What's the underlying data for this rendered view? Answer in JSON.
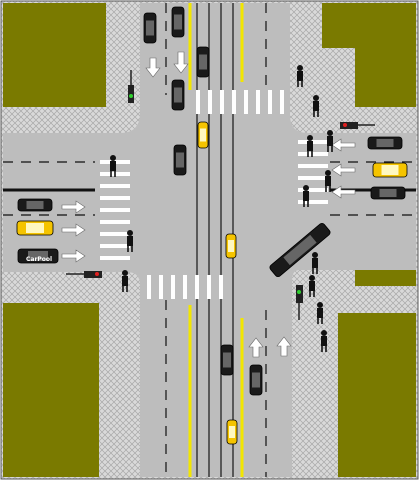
{
  "scene": {
    "vehicles": [
      {
        "kind": "car",
        "color": "#1a1a1a",
        "dir": "s",
        "label": ""
      },
      {
        "kind": "car",
        "color": "#1a1a1a",
        "dir": "s",
        "label": ""
      },
      {
        "kind": "car",
        "color": "#1a1a1a",
        "dir": "s",
        "label": ""
      },
      {
        "kind": "car",
        "color": "#1a1a1a",
        "dir": "s",
        "label": ""
      },
      {
        "kind": "taxi",
        "color": "#f5c400",
        "dir": "s",
        "label": ""
      },
      {
        "kind": "car",
        "color": "#1a1a1a",
        "dir": "s",
        "label": ""
      },
      {
        "kind": "car",
        "color": "#1a1a1a",
        "dir": "w",
        "label": ""
      },
      {
        "kind": "taxi",
        "color": "#f5c400",
        "dir": "w",
        "label": ""
      },
      {
        "kind": "car",
        "color": "#1a1a1a",
        "dir": "w",
        "label": ""
      },
      {
        "kind": "car",
        "color": "#1a1a1a",
        "dir": "e",
        "label": ""
      },
      {
        "kind": "taxi",
        "color": "#f5c400",
        "dir": "e",
        "label": ""
      },
      {
        "kind": "car",
        "color": "#1a1a1a",
        "dir": "e",
        "label": "CarPool"
      },
      {
        "kind": "bus",
        "color": "#1a1a1a",
        "dir": "ne",
        "label": ""
      },
      {
        "kind": "car",
        "color": "#1a1a1a",
        "dir": "n",
        "label": ""
      },
      {
        "kind": "car",
        "color": "#1a1a1a",
        "dir": "n",
        "label": ""
      },
      {
        "kind": "taxi",
        "color": "#f5c400",
        "dir": "n",
        "label": ""
      },
      {
        "kind": "taxi",
        "color": "#f5c400",
        "dir": "n",
        "label": ""
      }
    ],
    "colors": {
      "grass": "#7a7a00",
      "road": "#bdbdbd",
      "sidewalk": "#d8d8d8",
      "yellow_line": "#f2e600",
      "taxi": "#f5c400"
    },
    "carpool_label": "CarPool"
  }
}
